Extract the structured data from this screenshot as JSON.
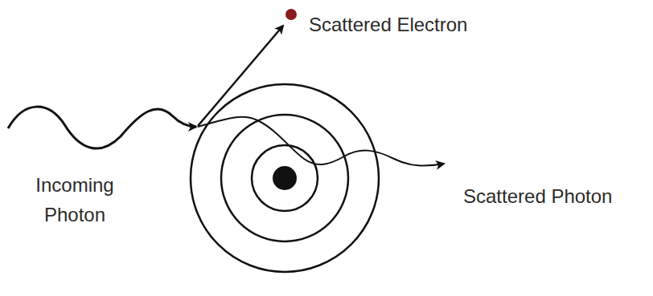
{
  "diagram": {
    "labels": [
      "Scattered Electron",
      "Incoming Photon",
      "Scattered Photon"
    ]
  }
}
